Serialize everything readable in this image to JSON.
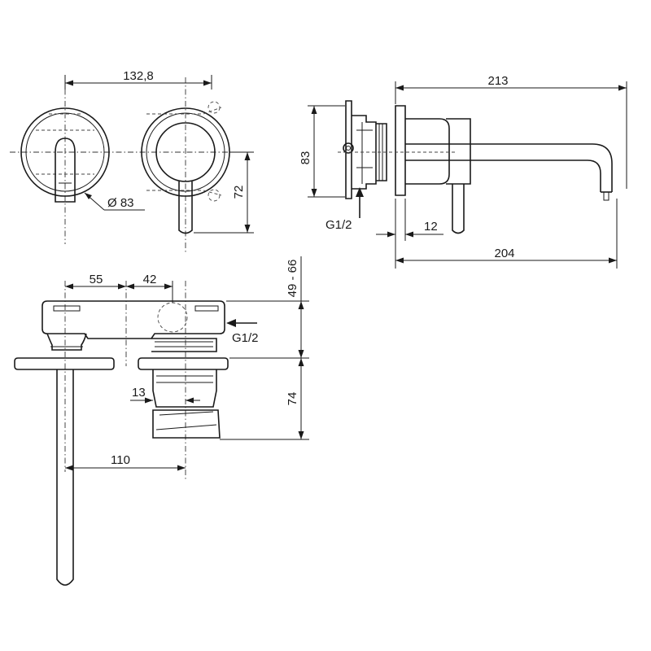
{
  "dimensions": {
    "front_width": "132,8",
    "diameter": "Ø 83",
    "lever_height": "72",
    "side_length": "213",
    "side_height": "83",
    "side_inlet": "G1/2",
    "side_wall": "12",
    "side_spout": "204",
    "top_55": "55",
    "top_42": "42",
    "top_range": "49 - 66",
    "top_inlet": "G1/2",
    "top_13": "13",
    "top_74": "74",
    "top_110": "110"
  }
}
